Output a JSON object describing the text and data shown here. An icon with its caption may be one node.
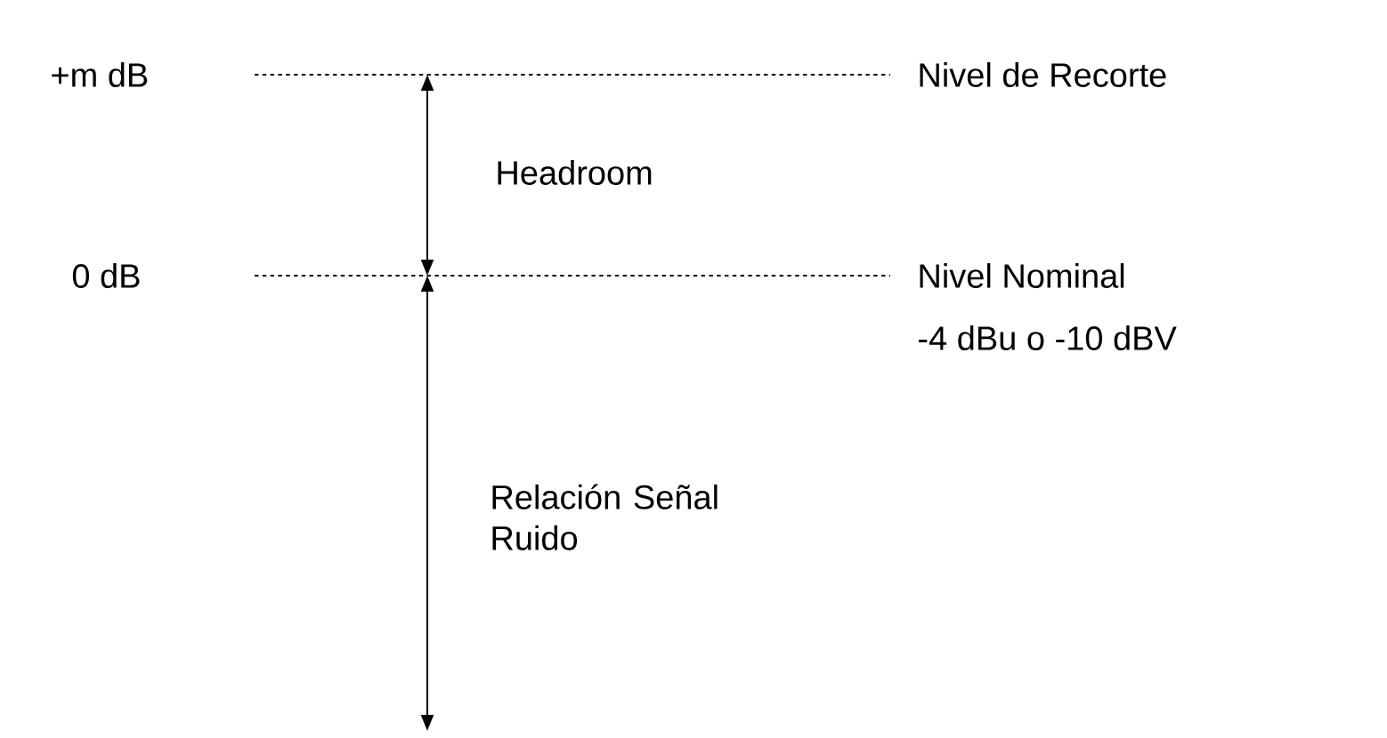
{
  "diagram": {
    "labels": [
      "+m dB",
      "Nivel de Recorte",
      "Headroom",
      "0 dB",
      "Nivel Nominal",
      "-4 dBu o -10 dBV",
      "Relación Señal Ruido"
    ]
  }
}
